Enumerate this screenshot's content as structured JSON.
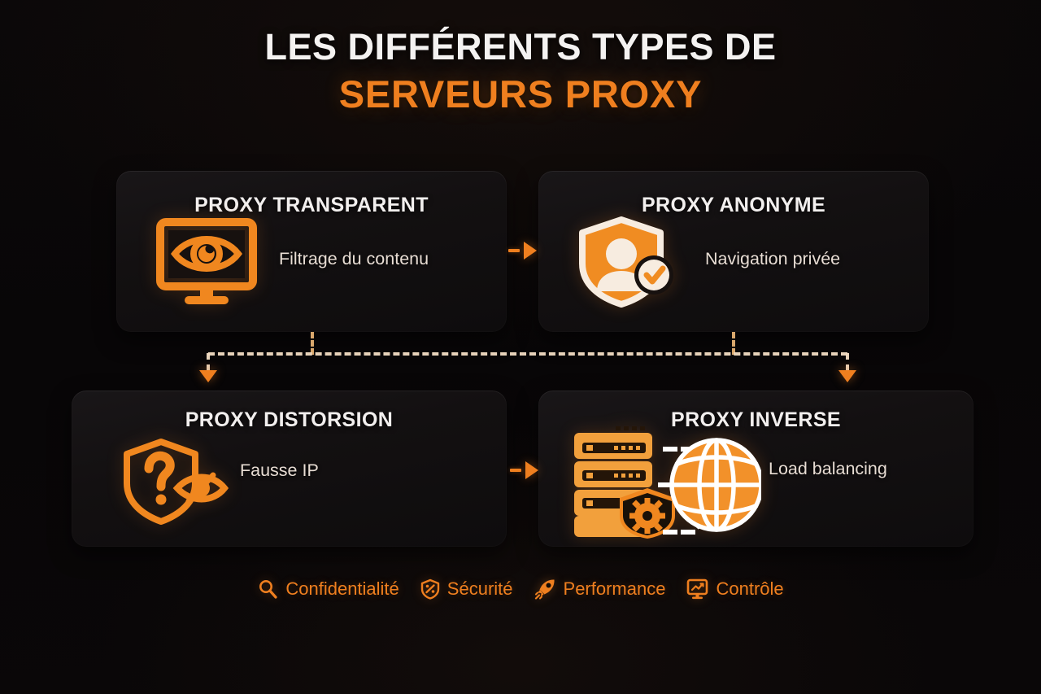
{
  "title": {
    "line1": "LES DIFFÉRENTS TYPES DE",
    "line2": "SERVEURS PROXY"
  },
  "colors": {
    "accent_orange": "#ef7f1f",
    "accent_orange_light": "#f9a03f",
    "cream": "#f7ece0",
    "title_white": "#f4f2f1",
    "desc_text": "#e8ddd4",
    "background": "#0a0708",
    "card_background": "#151213"
  },
  "cards": [
    {
      "id": "proxy-transparent",
      "title": "PROXY TRANSPARENT",
      "description": "Filtrage du contenu",
      "icon": "monitor-eye-icon"
    },
    {
      "id": "proxy-anonyme",
      "title": "PROXY ANONYME",
      "description": "Navigation privée",
      "icon": "shield-user-check-icon"
    },
    {
      "id": "proxy-distorsion",
      "title": "PROXY DISTORSION",
      "description": "Fausse IP",
      "icon": "shield-question-hidden-eye-icon"
    },
    {
      "id": "proxy-inverse",
      "title": "PROXY INVERSE",
      "description": "Load balancing",
      "icon": "server-globe-icon"
    }
  ],
  "connectors": [
    {
      "id": "arrow-top",
      "type": "arrow-right-icon"
    },
    {
      "id": "arrow-bottom",
      "type": "arrow-right-icon"
    },
    {
      "id": "bus-horizontal",
      "type": "dashed-line"
    },
    {
      "id": "arrow-down-left",
      "type": "arrow-down-icon"
    },
    {
      "id": "arrow-down-right",
      "type": "arrow-down-icon"
    }
  ],
  "footer": {
    "items": [
      {
        "label": "Confidentialité",
        "icon": "search-icon"
      },
      {
        "label": "Sécurité",
        "icon": "shield-check-icon"
      },
      {
        "label": "Performance",
        "icon": "rocket-icon"
      },
      {
        "label": "Contrôle",
        "icon": "monitor-chart-icon"
      }
    ]
  }
}
